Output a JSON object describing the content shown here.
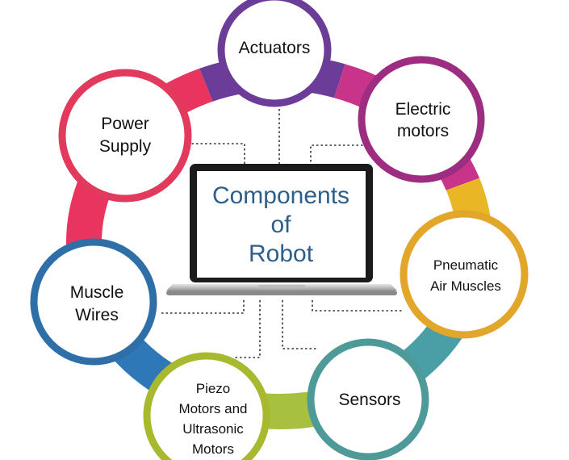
{
  "diagram": {
    "center_title_lines": [
      "Components",
      "of",
      "Robot"
    ],
    "nodes": [
      {
        "id": "actuators",
        "lines": [
          "Actuators"
        ],
        "color": "#6b3d98"
      },
      {
        "id": "electric-motors",
        "lines": [
          "Electric",
          "motors"
        ],
        "color": "#9c2d80"
      },
      {
        "id": "pneumatic-air-muscles",
        "lines": [
          "Pneumatic",
          "Air Muscles"
        ],
        "color": "#e2a62a"
      },
      {
        "id": "sensors",
        "lines": [
          "Sensors"
        ],
        "color": "#4e9a98"
      },
      {
        "id": "piezo-motors",
        "lines": [
          "Piezo",
          "Motors and",
          "Ultrasonic",
          "Motors"
        ],
        "color": "#a8b82f"
      },
      {
        "id": "muscle-wires",
        "lines": [
          "Muscle",
          "Wires"
        ],
        "color": "#2f6fa8"
      },
      {
        "id": "power-supply",
        "lines": [
          "Power",
          "Supply"
        ],
        "color": "#e23a5c"
      }
    ],
    "ring_colors": [
      "#6b3d98",
      "#c8348a",
      "#e9b625",
      "#4a9fa6",
      "#a8c040",
      "#2f78b8",
      "#e8345e"
    ],
    "center_title_color": "#2d5f8a"
  }
}
